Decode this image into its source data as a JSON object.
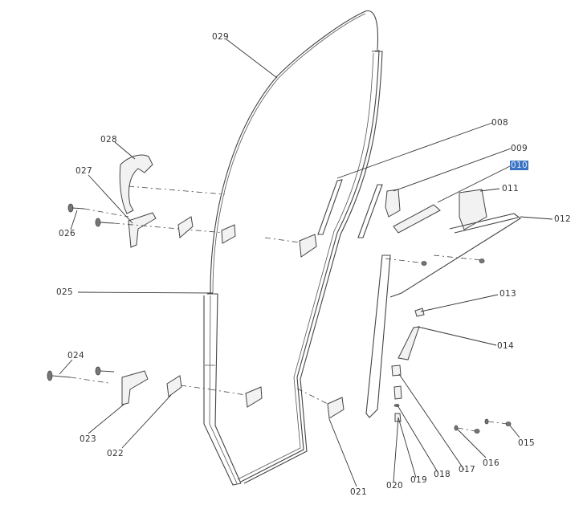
{
  "diagram": {
    "type": "exploded-parts-diagram",
    "subject": "door glass assembly",
    "selected_label": "010",
    "callouts": [
      {
        "id": "008",
        "label": "008"
      },
      {
        "id": "009",
        "label": "009"
      },
      {
        "id": "010",
        "label": "010",
        "selected": true
      },
      {
        "id": "011",
        "label": "011"
      },
      {
        "id": "012",
        "label": "012"
      },
      {
        "id": "013",
        "label": "013"
      },
      {
        "id": "014",
        "label": "014"
      },
      {
        "id": "015",
        "label": "015"
      },
      {
        "id": "016",
        "label": "016"
      },
      {
        "id": "017",
        "label": "017"
      },
      {
        "id": "018",
        "label": "018"
      },
      {
        "id": "019",
        "label": "019"
      },
      {
        "id": "020",
        "label": "020"
      },
      {
        "id": "021",
        "label": "021"
      },
      {
        "id": "022",
        "label": "022"
      },
      {
        "id": "023",
        "label": "023"
      },
      {
        "id": "024",
        "label": "024"
      },
      {
        "id": "025",
        "label": "025"
      },
      {
        "id": "026",
        "label": "026"
      },
      {
        "id": "027",
        "label": "027"
      },
      {
        "id": "028",
        "label": "028"
      },
      {
        "id": "029",
        "label": "029"
      }
    ],
    "colors": {
      "line": "#444444",
      "selection": "#3b74c4",
      "background": "#ffffff"
    }
  }
}
